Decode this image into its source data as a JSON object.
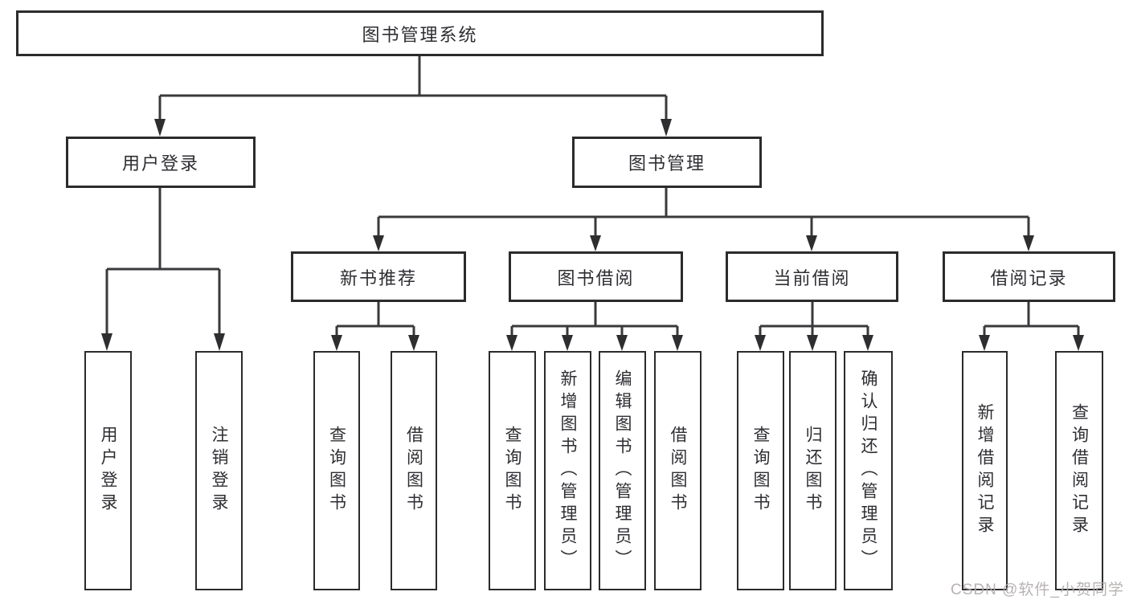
{
  "diagram_type": "hierarchy-tree",
  "colors": {
    "line": "#3a3a3c",
    "box_border": "#2b2b2d",
    "text": "#2e2e33",
    "watermark_text": "#b2abab",
    "background": "#ffffff"
  },
  "tree": {
    "label": "图书管理系统",
    "children": [
      {
        "label": "用户登录",
        "children": [
          {
            "label": "用户登录"
          },
          {
            "label": "注销登录"
          }
        ]
      },
      {
        "label": "图书管理",
        "children": [
          {
            "label": "新书推荐",
            "children": [
              {
                "label": "查询图书"
              },
              {
                "label": "借阅图书"
              }
            ]
          },
          {
            "label": "图书借阅",
            "children": [
              {
                "label": "查询图书"
              },
              {
                "label": "新增图书（管理员）"
              },
              {
                "label": "编辑图书（管理员）"
              },
              {
                "label": "借阅图书"
              }
            ]
          },
          {
            "label": "当前借阅",
            "children": [
              {
                "label": "查询图书"
              },
              {
                "label": "归还图书"
              },
              {
                "label": "确认归还（管理员）"
              }
            ]
          },
          {
            "label": "借阅记录",
            "children": [
              {
                "label": "新增借阅记录"
              },
              {
                "label": "查询借阅记录"
              }
            ]
          }
        ]
      }
    ]
  },
  "watermark": "CSDN @软件_小贺同学"
}
